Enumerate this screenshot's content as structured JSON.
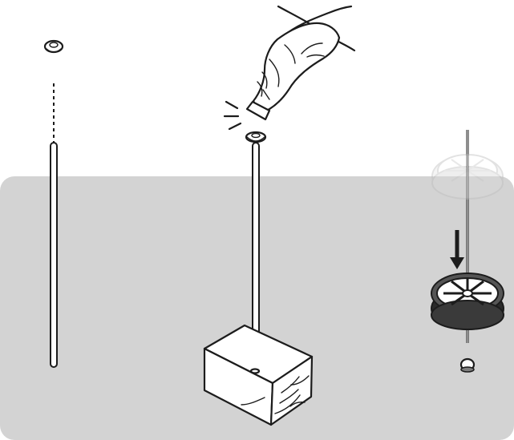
{
  "figure": {
    "steps": [
      {
        "id": "step-1",
        "caption": ""
      },
      {
        "id": "step-2",
        "caption": ""
      },
      {
        "id": "step-3",
        "caption": ""
      }
    ],
    "colors": {
      "background": "#ffffff",
      "panel": "#d3d3d3",
      "line": "#1c1c1c",
      "dark_part": "#2b2b2b",
      "ghost_part": "#bdbdbd"
    },
    "icons": [
      "cap-icon",
      "rod-icon",
      "hammer-icon",
      "wood-block-icon",
      "wheel-icon",
      "arrow-down-icon"
    ]
  }
}
